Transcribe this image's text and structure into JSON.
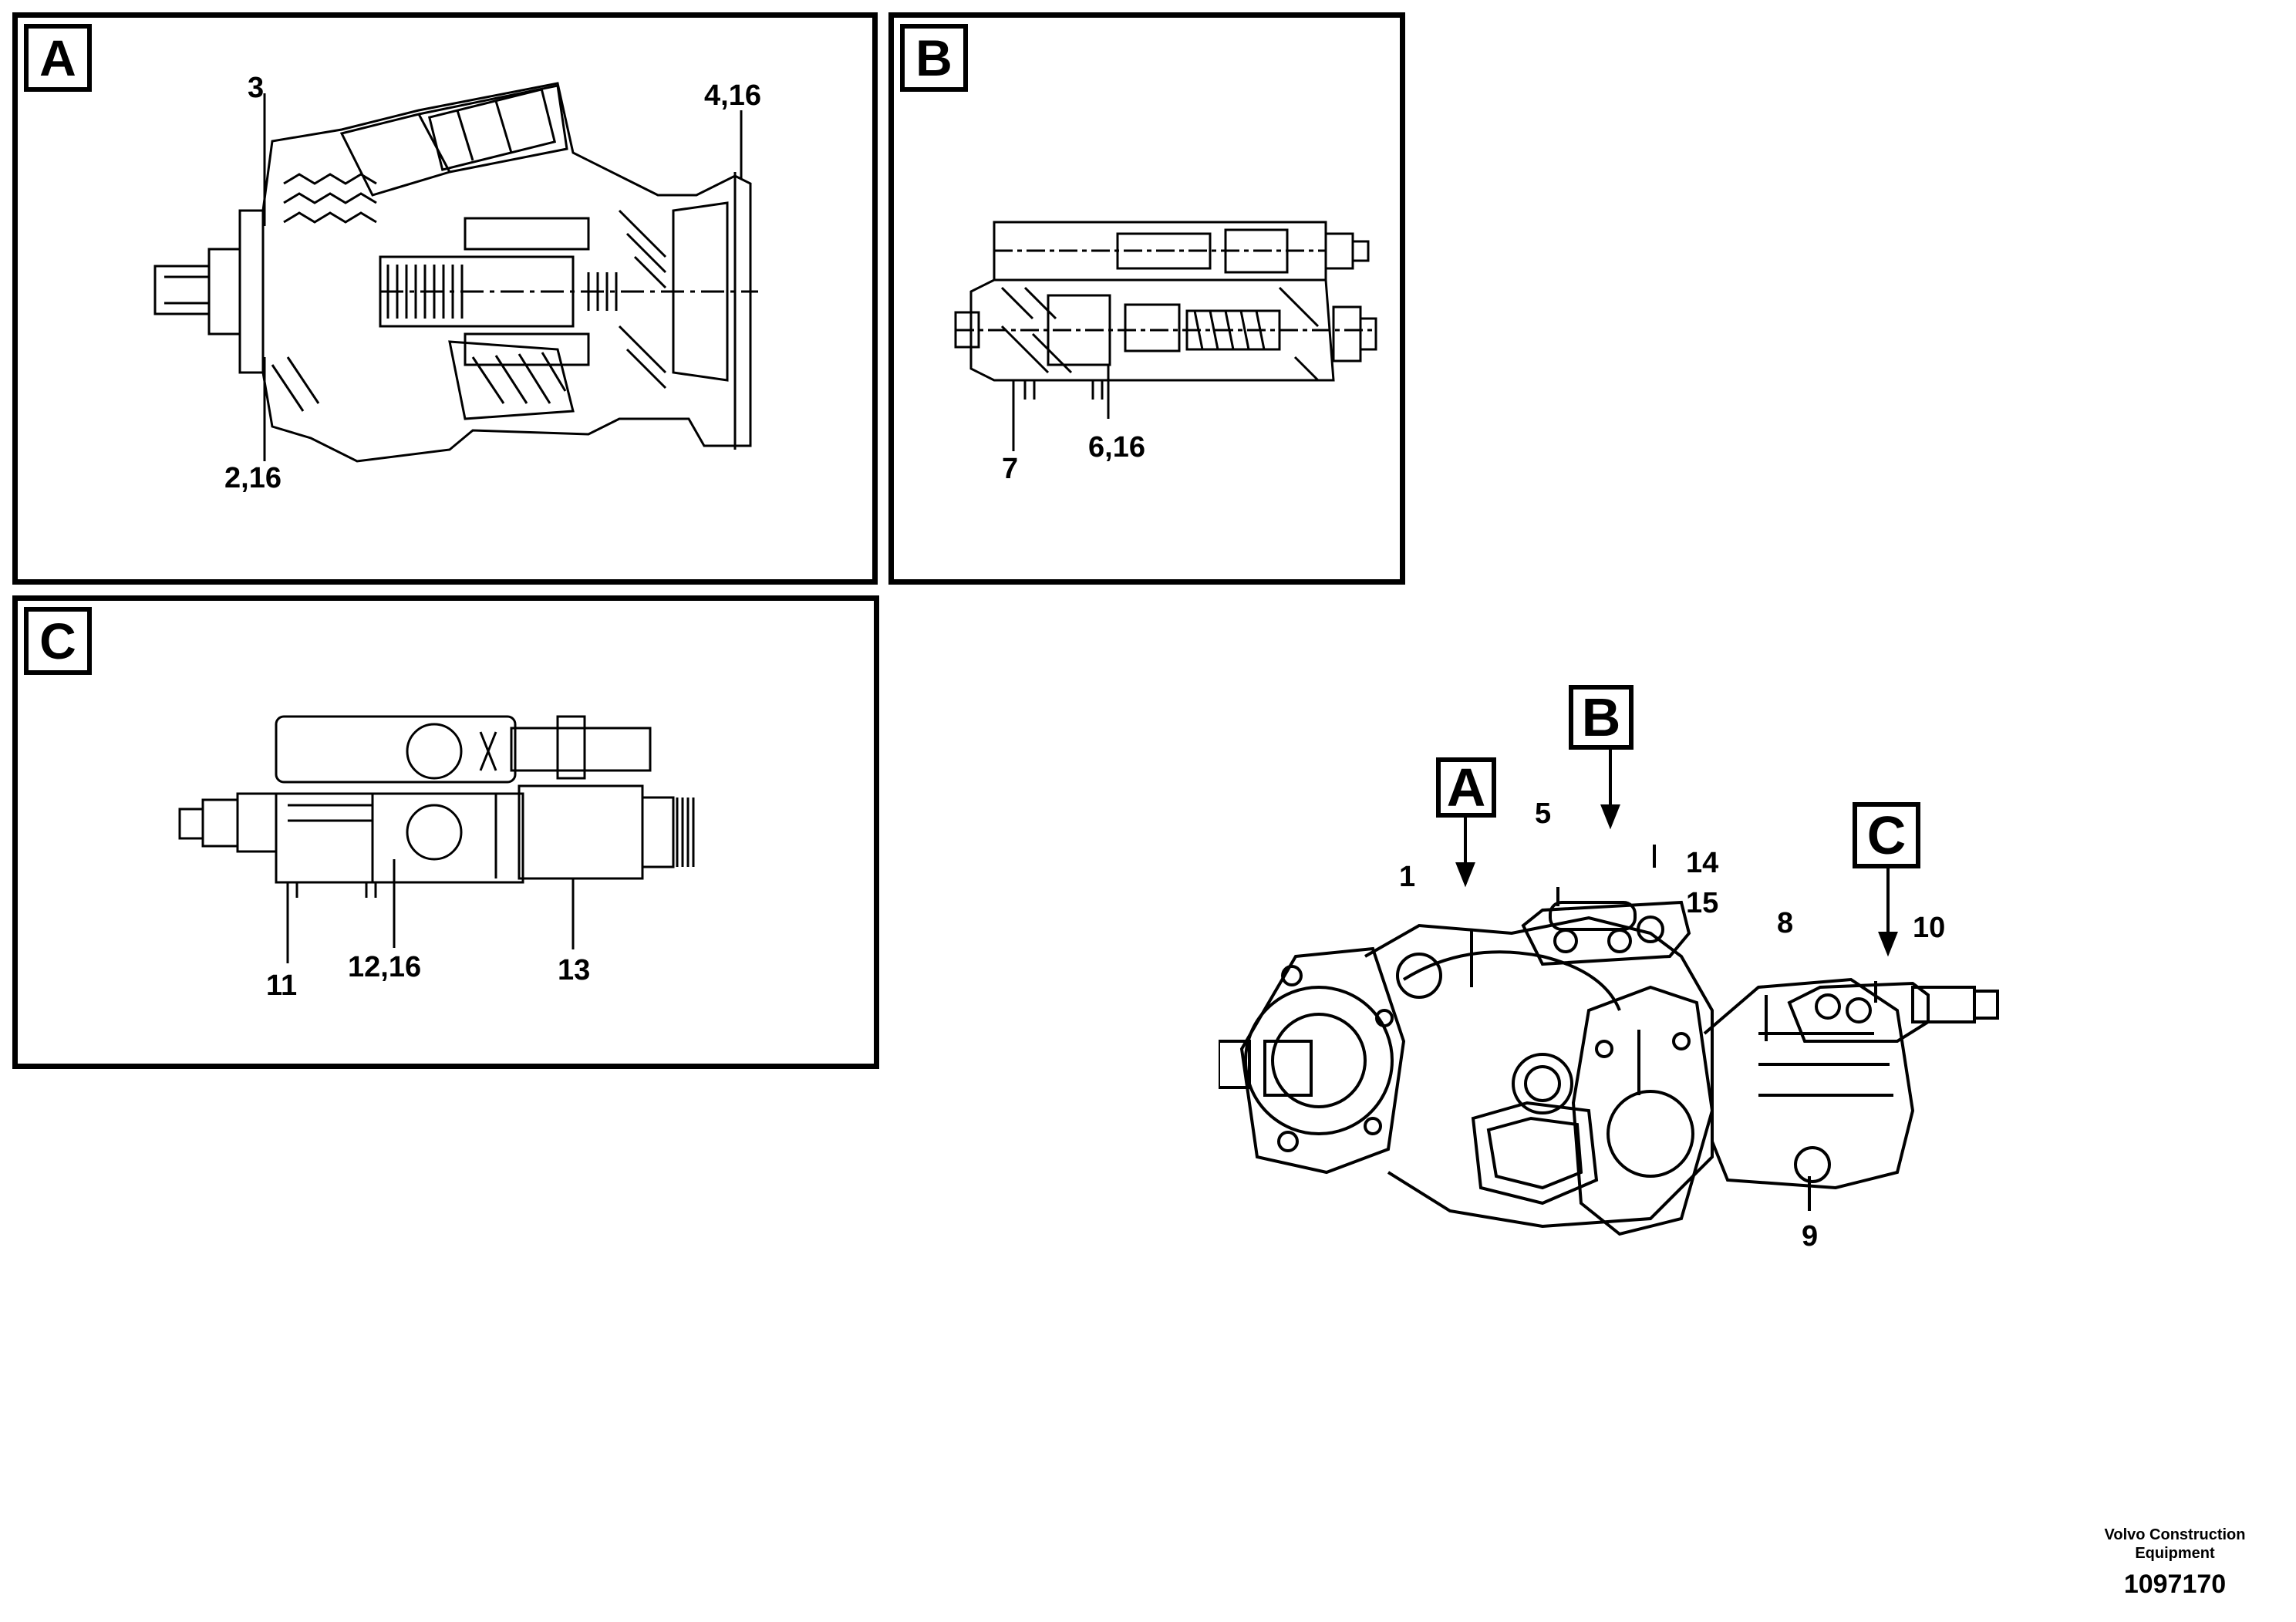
{
  "panels": {
    "a": {
      "label": "A",
      "callouts": [
        "3",
        "4,16",
        "2,16"
      ]
    },
    "b": {
      "label": "B",
      "callouts": [
        "7",
        "6,16"
      ]
    },
    "c": {
      "label": "C",
      "callouts": [
        "11",
        "12,16",
        "13"
      ]
    }
  },
  "overview": {
    "tags": [
      "A",
      "B",
      "C"
    ],
    "callouts": [
      "1",
      "5",
      "14",
      "15",
      "8",
      "10",
      "9"
    ]
  },
  "credit": {
    "company_line1": "Volvo Construction",
    "company_line2": "Equipment",
    "drawing_number": "1097170"
  }
}
